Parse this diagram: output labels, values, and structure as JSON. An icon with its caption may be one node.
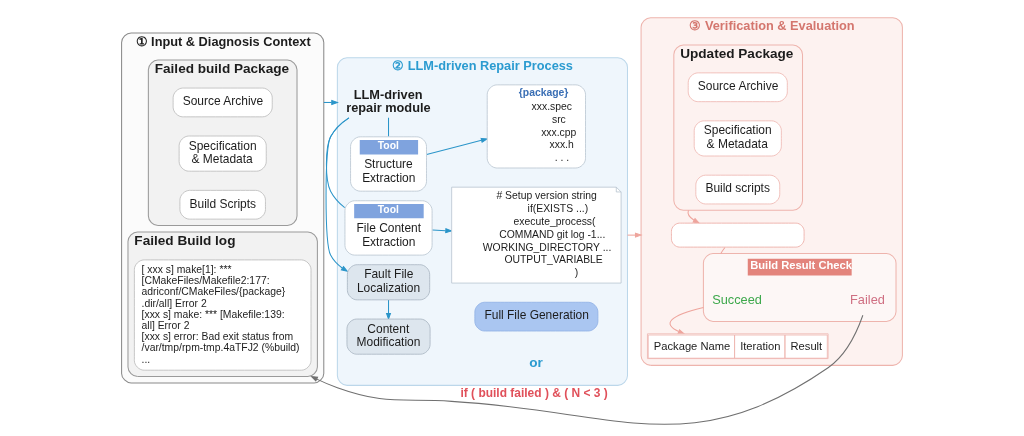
{
  "diagram": {
    "nodes": [
      {
        "text": [
          "① Input & Diagnosis Context"
        ]
      },
      {
        "text": [
          "Failed build Package"
        ],
        "in": 0
      },
      {
        "text": [
          "Source Archive"
        ],
        "in": 1
      },
      {
        "text": [
          "Specification & Metadata"
        ],
        "in": 1
      },
      {
        "text": [
          "Build Scripts"
        ],
        "in": 1
      },
      {
        "text": [
          "Failed Build log"
        ],
        "in": 0
      },
      {
        "text": [
          "[ xxx s] make[1]: *** [CMakeFiles/Makefile2:177: adriconf/CMakeFiles/{package} .dir/all] Error 2",
          "[xxx s] make: *** [Makefile:139: all] Error 2",
          "[xxx s] error: Bad exit status from /var/tmp/rpm-tmp.4aTFJ2 (%build)",
          "..."
        ],
        "in": 5
      },
      {
        "text": [
          "② LLM-driven Repair Process"
        ]
      },
      {
        "text": [
          "LLM-driven repair module"
        ],
        "in": 7
      },
      {
        "text": [
          "Tool",
          "Structure Extraction"
        ],
        "in": 7
      },
      {
        "text": [
          "{package}",
          "xxx.spec",
          "src",
          "xxx.cpp",
          "xxx.h",
          ". . ."
        ],
        "in": 7
      },
      {
        "text": [
          "Tool",
          "File Content Extraction"
        ],
        "in": 7
      },
      {
        "text": [
          "# Setup version string",
          "if(EXISTS ...)",
          "execute_process(",
          "COMMAND git log -1...",
          "WORKING_DIRECTORY ...",
          "OUTPUT_VARIABLE",
          ")"
        ],
        "in": 7
      },
      {
        "text": [
          "Fault File Localization"
        ],
        "in": 7
      },
      {
        "text": [
          "Content Modification"
        ],
        "in": 7
      },
      {
        "text": [
          "Full File Generation"
        ],
        "in": 7
      },
      {
        "text": [
          "③ Verification & Evaluation"
        ]
      },
      {
        "text": [
          "Updated Package"
        ],
        "in": 16
      },
      {
        "text": [
          "Source Archive"
        ],
        "in": 17
      },
      {
        "text": [
          "Specification & Metadata"
        ],
        "in": 17
      },
      {
        "text": [
          "Build scripts"
        ],
        "in": 17
      },
      {
        "text": [],
        "shape": "box",
        "in": 16
      },
      {
        "text": [
          "Build Result Check"
        ],
        "in": 16
      },
      {
        "text": [
          "Succeed"
        ],
        "in": 22
      },
      {
        "text": [
          "Failed"
        ],
        "in": 22
      },
      {
        "text": [
          "Package Name",
          "Iteration",
          "Result"
        ],
        "in": 16
      }
    ],
    "edges": [
      {
        "from": 0,
        "to": 7,
        "arrow": "to"
      },
      {
        "from": 8,
        "to": 9,
        "arrow": "none"
      },
      {
        "from": 8,
        "to": 11,
        "arrow": "none"
      },
      {
        "from": 8,
        "to": 13,
        "arrow": "to"
      },
      {
        "from": 9,
        "to": 10,
        "arrow": "to"
      },
      {
        "from": 11,
        "to": 12,
        "arrow": "to"
      },
      {
        "from": 13,
        "to": 14,
        "arrow": "to"
      },
      {
        "from": 7,
        "to": 16,
        "arrow": "to",
        "color": "#eea59d"
      },
      {
        "from": 17,
        "to": 21,
        "arrow": "to",
        "color": "#eea59d"
      },
      {
        "from": 21,
        "to": 22,
        "arrow": "none",
        "color": "#eea59d"
      },
      {
        "from": 22,
        "to": 25,
        "arrow": "to",
        "color": "#eea59d"
      },
      {
        "from": 24,
        "to": 5,
        "arrow": "to",
        "label": "if ( build failed ) & ( N < 3 )",
        "color": "#707070"
      }
    ],
    "labels": [
      "or"
    ]
  }
}
